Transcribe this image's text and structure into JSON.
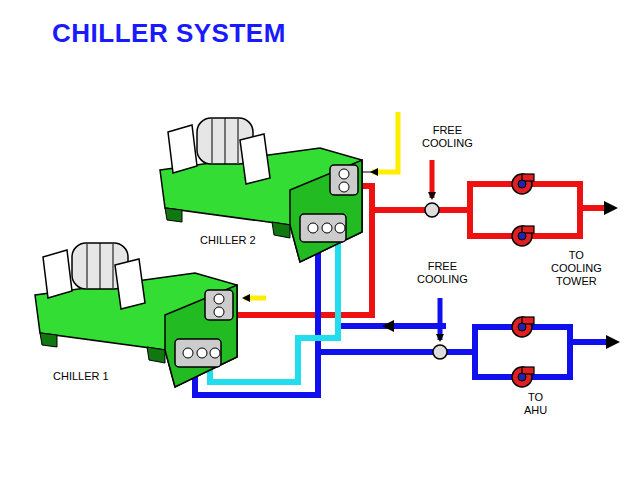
{
  "diagram": {
    "title": "CHILLER SYSTEM",
    "labels": [
      "FREE COOLING",
      "CHILLER 2",
      "FREE COOLING",
      "TO COOLING TOWER",
      "CHILLER 1",
      "TO AHU"
    ]
  }
}
